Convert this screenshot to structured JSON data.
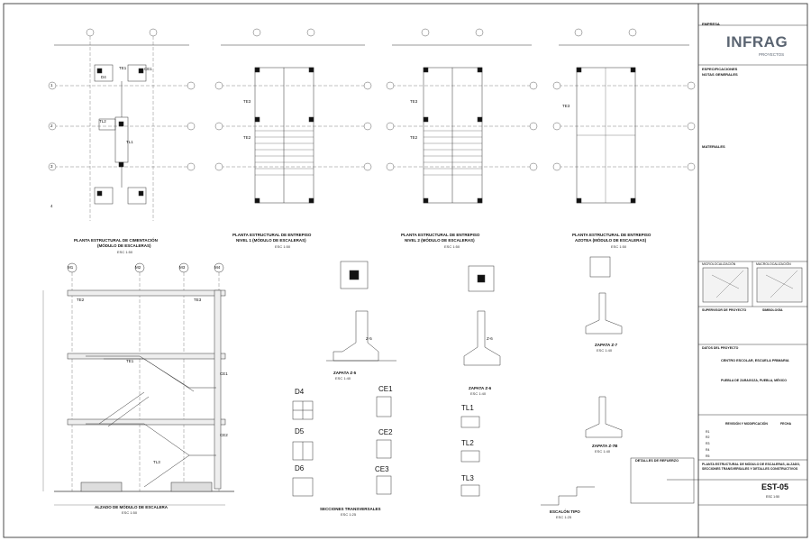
{
  "logo": {
    "brand": "INFRAG",
    "tagline": "PROYECTOS"
  },
  "plans": [
    {
      "title1": "PLANTA ESTRUCTURAL DE CIMENTACIÓN",
      "title2": "(MÓDULO DE ESCALERAS)",
      "scale": "ESC 1:50"
    },
    {
      "title1": "PLANTA ESTRUCTURAL DE ENTREPISO",
      "title2": "NIVEL 1 (MÓDULO DE ESCALERAS)",
      "scale": "ESC 1:50"
    },
    {
      "title1": "PLANTA ESTRUCTURAL DE ENTREPISO",
      "title2": "NIVEL 2 (MÓDULO DE ESCALERAS)",
      "scale": "ESC 1:50"
    },
    {
      "title1": "PLANTA ESTRUCTURAL DE ENTREPISO",
      "title2": "AZOTEA (MÓDULO DE ESCALERAS)",
      "scale": "ESC 1:50"
    }
  ],
  "elevation": {
    "title": "ALZADO DE MÓDULO DE ESCALERA",
    "scale": "ESC 1:50"
  },
  "sections": {
    "title": "SECCIONES TRANSVERSALES",
    "scale": "ESC 1:25",
    "labels": [
      "D4",
      "D5",
      "D6",
      "CE1",
      "CE2",
      "CE3",
      "TL1",
      "TL2",
      "TL3"
    ]
  },
  "zapatas": [
    {
      "title": "ZAPATA Z-5",
      "scale": "ESC 1:40"
    },
    {
      "title": "ZAPATA Z-6",
      "scale": "ESC 1:40"
    },
    {
      "title": "ZAPATA Z-7",
      "scale": "ESC 1:40"
    },
    {
      "title": "ZAPATA Z-7B",
      "scale": "ESC 1:40"
    }
  ],
  "details": {
    "refuerzo": "DETALLES DE REFUERZO",
    "escalon": "ESCALÓN TIPO",
    "escalon_scale": "ESC 1:25"
  },
  "grid": {
    "cols": [
      "M1",
      "M2",
      "M3",
      "M4"
    ],
    "rows": [
      "1",
      "2",
      "3",
      "4"
    ]
  },
  "element_labels": {
    "te1": "TE1",
    "te2": "TE2",
    "te3": "TE3",
    "ce1": "CE1",
    "ce2": "CE2",
    "tl1": "TL1",
    "tl2": "TL2",
    "tl3": "TL3",
    "d4": "D4",
    "z5": "Z-5",
    "z6": "Z-6"
  },
  "sidebar": {
    "empresa": "EMPRESA",
    "especificaciones": "ESPECIFICACIONES",
    "notas": "NOTAS GENERALES",
    "materiales": "MATERIALES",
    "micro": "MICROLOCALIZACIÓN",
    "macro": "MACROLOCALIZACIÓN",
    "supervisor": "SUPERVISOR DE PROYECTO",
    "simbologia": "SIMBOLOGÍA",
    "datos": "DATOS DEL PROYECTO",
    "proyecto": "CENTRO ESCOLAR, ESCUELA PRIMARIA",
    "ubicacion": "PUEBLA DE ZARAGOZA, PUEBLA, MÉXICO",
    "revision": "REVISIÓN Y MODIFICACIÓN",
    "fecha": "FECHA",
    "rev_rows": [
      "R1",
      "R2",
      "R3",
      "R4",
      "R5"
    ],
    "plano_desc": "PLANTA ESTRUCTURAL DE MÓDULO DE ESCALERAS, ALZADO, SECCIONES TRANSVERSALES Y DETALLES CONSTRUCTIVOS",
    "clave": "EST-05",
    "escala": "ESC 1:50"
  }
}
